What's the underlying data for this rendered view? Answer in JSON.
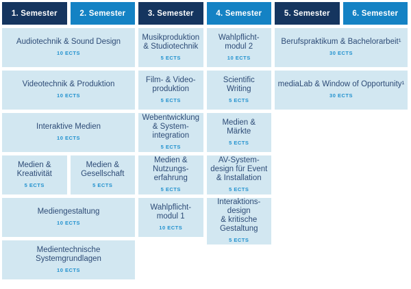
{
  "palette": {
    "header_navy": "#15355f",
    "header_blue": "#1482c4",
    "cell_background": "#d2e7f1",
    "cell_text": "#2d4b76",
    "ects_text": "#2191ce"
  },
  "semesters": [
    {
      "label": "1. Semester"
    },
    {
      "label": "2. Semester"
    },
    {
      "label": "3. Semester"
    },
    {
      "label": "4. Semester"
    },
    {
      "label": "5. Semester"
    },
    {
      "label": "6. Semester"
    }
  ],
  "modules": [
    {
      "title": "Audiotechnik & Sound Design",
      "ects": "10 ECTS"
    },
    {
      "title": "Musikproduktion\n& Studiotechnik",
      "ects": "5 ECTS"
    },
    {
      "title": "Wahlpflicht-\nmodul 2",
      "ects": "10 ECTS"
    },
    {
      "title": "Berufspraktikum & Bachelorarbeit¹",
      "ects": "30 ECTS"
    },
    {
      "title": "Videotechnik & Produktion",
      "ects": "10 ECTS"
    },
    {
      "title": "Film- & Video-\nproduktion",
      "ects": "5 ECTS"
    },
    {
      "title": "Scientific\nWriting",
      "ects": "5 ECTS"
    },
    {
      "title": "mediaLab & Window of Opportunity¹",
      "ects": "30 ECTS"
    },
    {
      "title": "Interaktive Medien",
      "ects": "10 ECTS"
    },
    {
      "title": "Webentwicklung\n& System-\nintegration",
      "ects": "5 ECTS"
    },
    {
      "title": "Medien &\nMärkte",
      "ects": "5 ECTS"
    },
    {
      "title": "Medien &\nKreativität",
      "ects": "5 ECTS"
    },
    {
      "title": "Medien &\nGesellschaft",
      "ects": "5 ECTS"
    },
    {
      "title": "Medien &\nNutzungs-\nerfahrung",
      "ects": "5 ECTS"
    },
    {
      "title": "AV-System-\ndesign für Event\n& Installation",
      "ects": "5 ECTS"
    },
    {
      "title": "Mediengestaltung",
      "ects": "10 ECTS"
    },
    {
      "title": "Wahlpflicht-\nmodul 1",
      "ects": "10 ECTS"
    },
    {
      "title": "Interaktions-\ndesign\n& kritische\nGestaltung",
      "ects": "5 ECTS"
    },
    {
      "title": "Medientechnische\nSystemgrundlagen",
      "ects": "10 ECTS"
    }
  ]
}
